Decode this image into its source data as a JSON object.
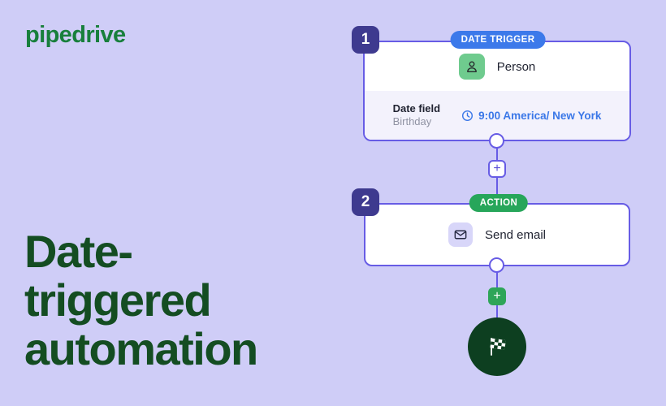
{
  "logo": {
    "text": "pipedrive"
  },
  "heading": {
    "lines": [
      "Date-",
      "triggered",
      "automation"
    ]
  },
  "workflow": {
    "plus_label": "+",
    "steps": [
      {
        "number": "1",
        "badge_label": "DATE TRIGGER",
        "item_label": "Person",
        "item_icon": "person-icon",
        "details": {
          "field_label": "Date field",
          "field_value": "Birthday",
          "schedule_time": "9:00 America/ New York"
        }
      },
      {
        "number": "2",
        "badge_label": "ACTION",
        "item_label": "Send email",
        "item_icon": "email-icon"
      }
    ],
    "end_node_icon": "finish-flag-icon"
  },
  "colors": {
    "background": "#cfcdf7",
    "card_border": "#675ce5",
    "step_number_bg": "#3e3a8f",
    "trigger_badge_bg": "#3c79ea",
    "action_badge_bg": "#27a65a",
    "person_icon_bg": "#6fcb8e",
    "email_icon_bg": "#d8d6f9",
    "schedule_text": "#3b78e8",
    "plus_button_green": "#2ea558",
    "end_node_bg": "#0d3f20",
    "heading_text": "#144d22",
    "logo_text": "#187f3c"
  }
}
